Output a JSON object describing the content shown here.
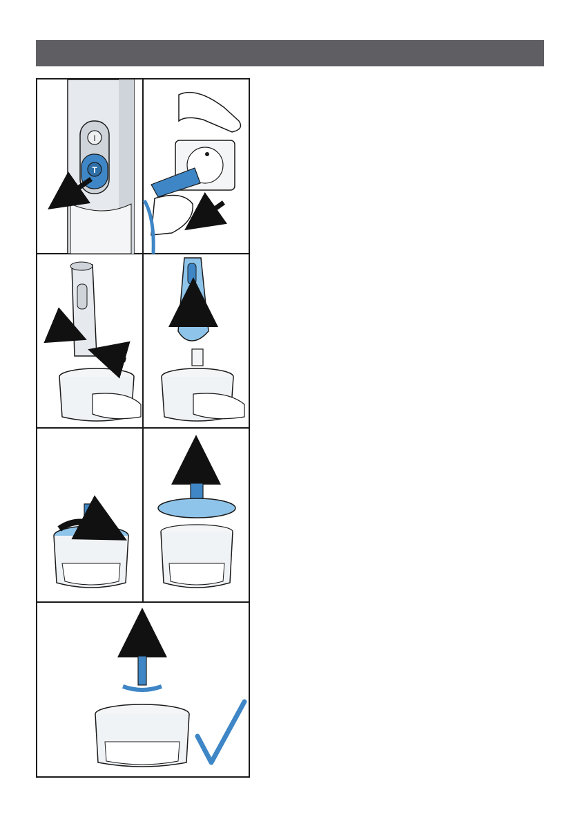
{
  "header": {
    "title": ""
  },
  "colors": {
    "header_bg": "#5f5f63",
    "accent_blue": "#3e86c6",
    "light_blue": "#8fc4ea",
    "outline": "#1a1a1a",
    "device_grey": "#e6e9ee",
    "checkmark": "#3e86c6"
  },
  "panels": [
    {
      "id": "step-1",
      "icon": "release-button-arrow-icon",
      "button_labels": [
        "I",
        "T"
      ]
    },
    {
      "id": "step-2",
      "icon": "unplug-arrow-icon"
    },
    {
      "id": "step-3",
      "icon": "press-side-buttons-arrow-icon"
    },
    {
      "id": "step-4",
      "icon": "lift-motor-unit-arrow-icon"
    },
    {
      "id": "step-5",
      "icon": "rotate-lid-arrow-icon"
    },
    {
      "id": "step-6",
      "icon": "lift-lid-arrow-icon"
    },
    {
      "id": "step-7",
      "icon": "lift-blade-arrow-icon",
      "final_icon": "checkmark-icon"
    }
  ]
}
